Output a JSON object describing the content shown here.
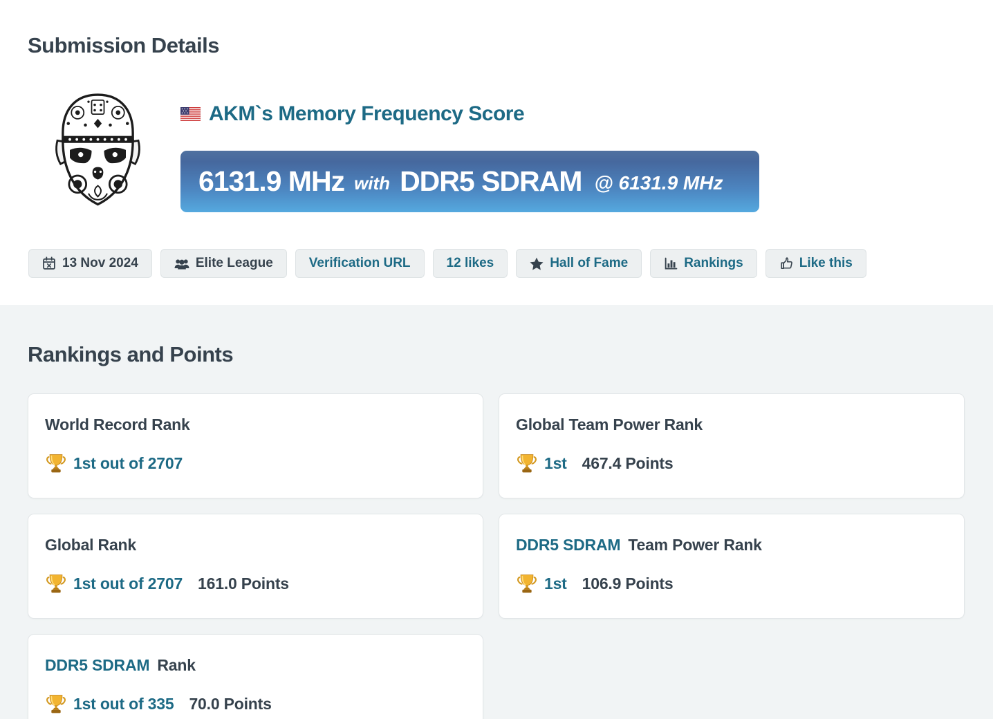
{
  "page": {
    "section1_title": "Submission Details",
    "section2_title": "Rankings and Points"
  },
  "submission": {
    "title": "AKM`s Memory Frequency Score",
    "flag_country": "united-states",
    "banner": {
      "score": "6131.9 MHz",
      "with_word": "with",
      "hardware": "DDR5 SDRAM",
      "at_clock": "@ 6131.9 MHz"
    },
    "meta_buttons": [
      {
        "icon": "calendar-icon",
        "label": "13 Nov 2024"
      },
      {
        "icon": "users-icon",
        "label": "Elite League"
      },
      {
        "icon": "",
        "label": "Verification URL"
      },
      {
        "icon": "",
        "label": "12 likes"
      },
      {
        "icon": "star-icon",
        "label": "Hall of Fame"
      },
      {
        "icon": "bar-chart-icon",
        "label": "Rankings"
      },
      {
        "icon": "thumbs-up-icon",
        "label": "Like this"
      }
    ]
  },
  "rankings": {
    "cards": [
      {
        "title_link": "",
        "title": "World Record Rank",
        "rank": "1st out of 2707",
        "points": ""
      },
      {
        "title_link": "",
        "title": "Global Team Power Rank",
        "rank": "1st",
        "points": "467.4 Points"
      },
      {
        "title_link": "",
        "title": "Global Rank",
        "rank": "1st out of 2707",
        "points": "161.0 Points"
      },
      {
        "title_link": "DDR5 SDRAM",
        "title": "Team Power Rank",
        "rank": "1st",
        "points": "106.9 Points"
      },
      {
        "title_link": "DDR5 SDRAM",
        "title": "Rank",
        "rank": "1st out of 335",
        "points": "70.0 Points"
      }
    ]
  },
  "colors": {
    "accent_teal": "#1d6a85",
    "heading_dark": "#36424d",
    "banner_gradient_top": "#46689e",
    "banner_gradient_bottom": "#55a9df",
    "section_bg": "#f1f4f5",
    "button_bg": "#edf0f1",
    "card_border": "#e2e6e8",
    "trophy_gold": "#f2b430"
  }
}
